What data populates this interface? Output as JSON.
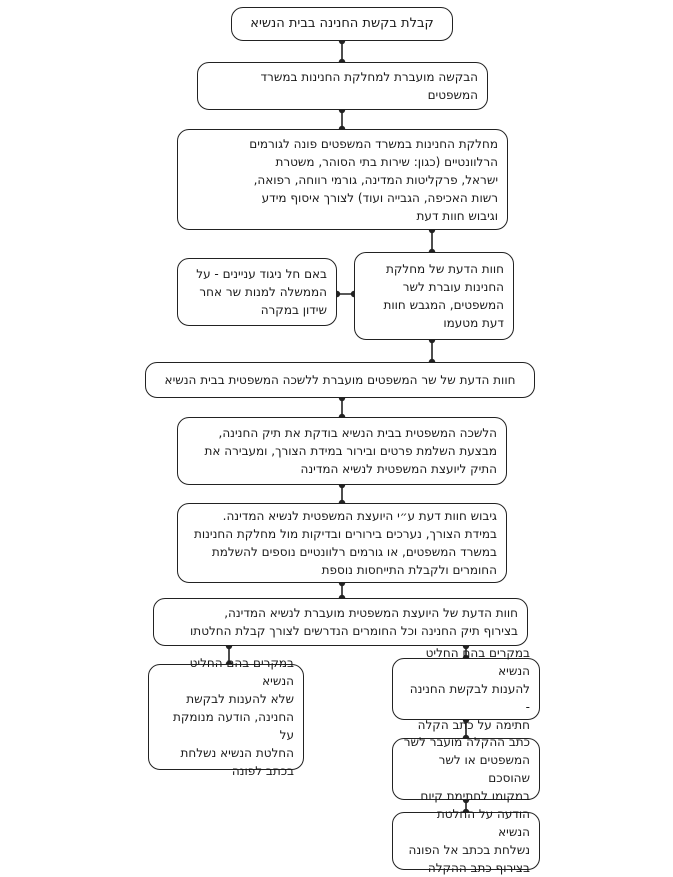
{
  "flowchart": {
    "nodes": [
      {
        "id": "n1",
        "text": "קבלת בקשת החנינה בבית הנשיא"
      },
      {
        "id": "n2",
        "text": "הבקשה מועברת למחלקת החנינות במשרד המשפטים"
      },
      {
        "id": "n3",
        "text": "מחלקת החנינות במשרד המשפטים פונה לגורמים\nהרלוונטיים (כגון: שירות בתי הסוהר, משטרת\nישראל, פרקליטות המדינה, גורמי רווחה, רפואה,\nרשות האכיפה, הגבייה ועוד) לצורך איסוף מידע\nוגיבוש חוות דעת"
      },
      {
        "id": "n4",
        "text": "חוות הדעת של מחלקת\nהחנינות עוברת לשר\nהמשפטים, המגבש חוות\nדעת מטעמו"
      },
      {
        "id": "n5",
        "text": "באם חל ניגוד עניינים - על\nהממשלה למנות שר אחר\nשידון במקרה"
      },
      {
        "id": "n6",
        "text": "חוות הדעת של שר המשפטים מועברת ללשכה המשפטית בבית הנשיא"
      },
      {
        "id": "n7",
        "text": "הלשכה המשפטית בבית הנשיא בודקת את תיק החנינה,\nמבצעת השלמת פרטים ובירור במידת הצורך, ומעבירה את\nהתיק ליועצת המשפטית לנשיא המדינה"
      },
      {
        "id": "n8",
        "text": "גיבוש חוות דעת ע״י היועצת המשפטית לנשיא המדינה.\nבמידת הצורך, נערכים בירורים ובדיקות מול מחלקת החנינות\nבמשרד המשפטים, או גורמים רלוונטיים נוספים להשלמת\nהחומרים ולקבלת התייחסות נוספת"
      },
      {
        "id": "n9",
        "text": "חוות הדעת של היועצת המשפטית מועברת לנשיא המדינה,\nבצירוף תיק החנינה וכל החומרים הנדרשים לצורך קבלת החלטתו"
      },
      {
        "id": "n10",
        "text": "במקרים בהם החליט הנשיא\nלהענות לבקשת החנינה -\nחתימה על כתב הקלה"
      },
      {
        "id": "n11",
        "text": "במקרים בהם החליט הנשיא\nשלא להענות לבקשת\nהחנינה, הודעה מנומקת על\nהחלטת הנשיא נשלחת\nבכתב לפונה"
      },
      {
        "id": "n12",
        "text": "כתב ההקלה מועבר לשר\nהמשפטים או לשר שהוסכם\nבמקומו לחתימת קיום"
      },
      {
        "id": "n13",
        "text": "הודעה על החלטת הנשיא\nנשלחת בכתב אל הפונה\nבצירוף כתב ההקלה"
      }
    ],
    "edges": [
      {
        "from": "n1",
        "to": "n2"
      },
      {
        "from": "n2",
        "to": "n3"
      },
      {
        "from": "n3",
        "to": "n4"
      },
      {
        "from": "n4",
        "to": "n5"
      },
      {
        "from": "n4",
        "to": "n6"
      },
      {
        "from": "n6",
        "to": "n7"
      },
      {
        "from": "n7",
        "to": "n8"
      },
      {
        "from": "n8",
        "to": "n9"
      },
      {
        "from": "n9",
        "to": "n10"
      },
      {
        "from": "n9",
        "to": "n11"
      },
      {
        "from": "n10",
        "to": "n12"
      },
      {
        "from": "n12",
        "to": "n13"
      }
    ]
  },
  "colors": {
    "line": "#222222",
    "box_fill": "#ffffff",
    "text": "#1a1a1a"
  }
}
